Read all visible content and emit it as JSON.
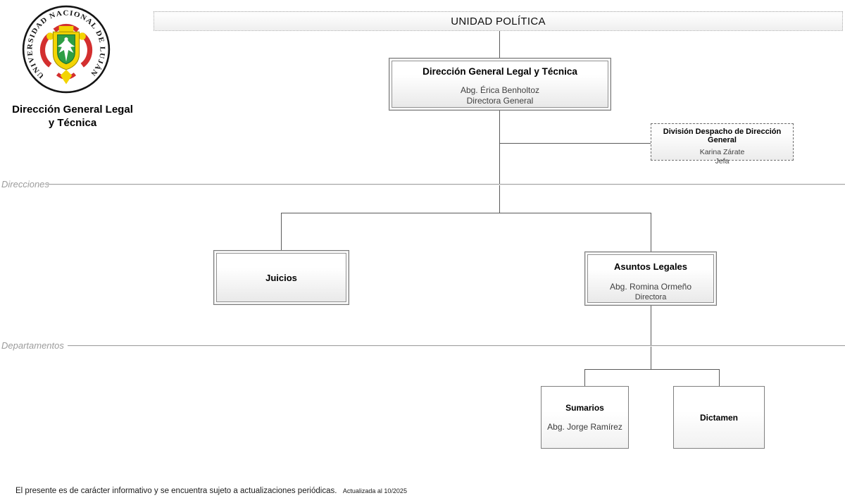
{
  "logo": {
    "ring_text": "UNIVERSIDAD NACIONAL DE LUJÁN",
    "caption_line1": "Dirección General Legal",
    "caption_line2": "y Técnica"
  },
  "header": {
    "title": "UNIDAD POLÍTICA"
  },
  "sections": {
    "direcciones": "Direcciones",
    "departamentos": "Departamentos"
  },
  "org": {
    "root": {
      "title": "Dirección General Legal y Técnica",
      "name": "Abg. Érica Benholtoz",
      "role": "Directora General"
    },
    "division": {
      "title": "División Despacho de Dirección General",
      "name": "Karina Zárate",
      "role": "Jefa"
    },
    "juicios": {
      "title": "Juicios"
    },
    "asuntos": {
      "title": "Asuntos Legales",
      "name": "Abg. Romina Ormeño",
      "role": "Directora"
    },
    "sumarios": {
      "title": "Sumarios",
      "name": "Abg. Jorge Ramírez"
    },
    "dictamen": {
      "title": "Dictamen"
    }
  },
  "footer": {
    "note": "El presente es de carácter informativo y se encuentra sujeto a actualizaciones periódicas.",
    "updated": "Actualizada al 10/2025"
  },
  "colors": {
    "logo_yellow": "#f3d403",
    "logo_red": "#d32f2f",
    "logo_green": "#2f9e44",
    "connector_gray": "#5a5a5a",
    "box_border_gray": "#7a7a7a",
    "section_label_gray": "#9c9c9c"
  }
}
